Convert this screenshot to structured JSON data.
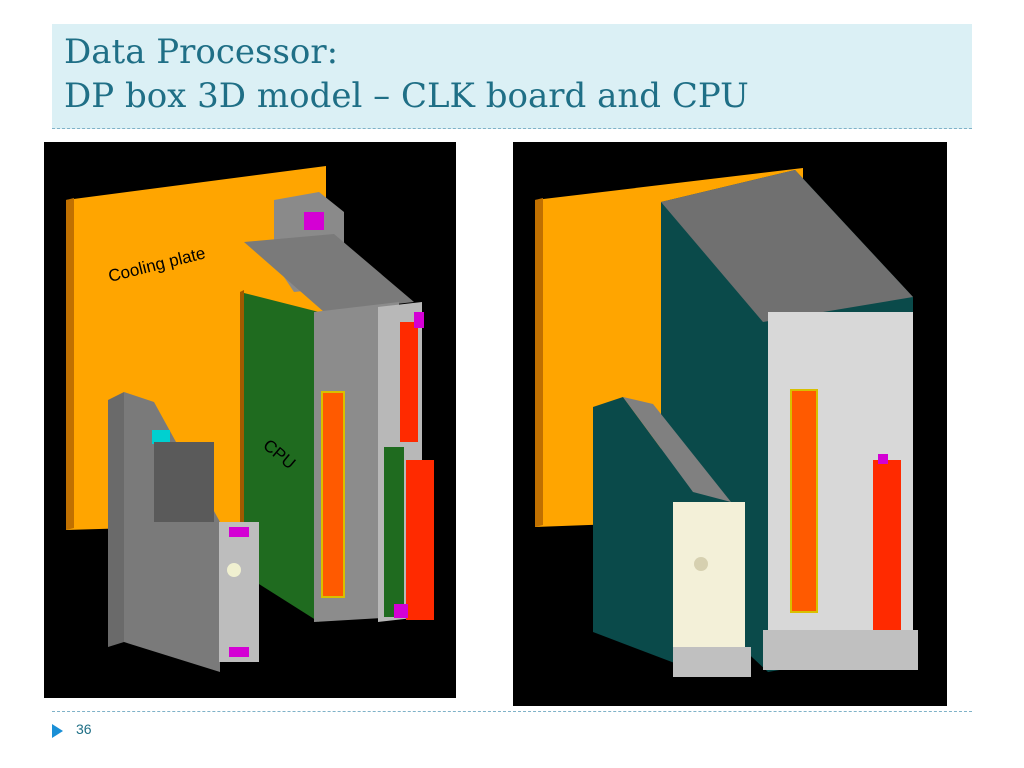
{
  "slide": {
    "title_line1": "Data Processor:",
    "title_line2": "DP box 3D model – CLK board and CPU",
    "page_number": "36"
  },
  "figure_left": {
    "labels": {
      "cooling_plate": "Cooling plate",
      "cpu": "CPU"
    }
  },
  "colors": {
    "title_bg": "#dbf0f5",
    "title_text": "#1f6f86",
    "cooling_plate": "#ffa500",
    "chassis_gray": "#7f7f7f",
    "pcb_green": "#1f6b1f",
    "front_panel_red": "#ff2a00",
    "connector_magenta": "#d400d4",
    "chassis_teal": "#0a4a4a",
    "panel_light_gray": "#d8d8d8",
    "panel_cream": "#f3f0d8",
    "bullet_blue": "#1a8fd6"
  }
}
